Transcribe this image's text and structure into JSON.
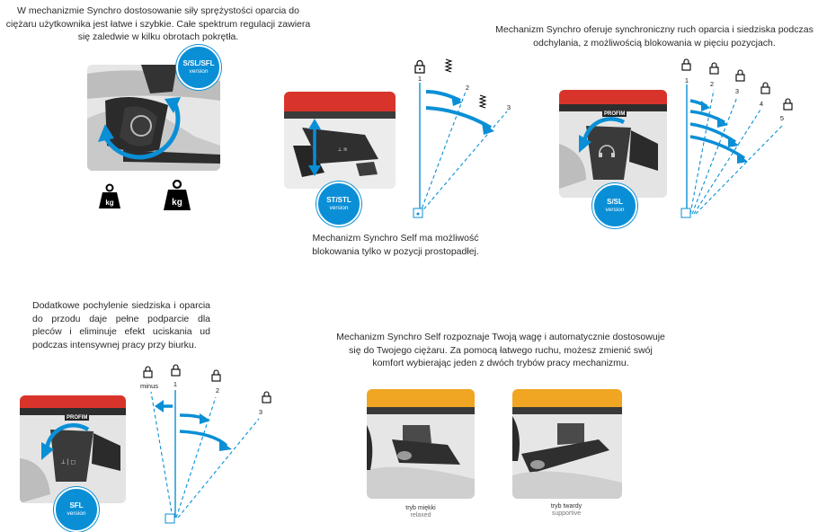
{
  "sections": {
    "s1": {
      "text": "W mechanizmie Synchro dostosowanie siły sprężystości oparcia do ciężaru użytkownika jest łatwe i szybkie. Całe spektrum regulacji zawiera się zaledwie w kilku obrotach pokrętła.",
      "badge_title": "S/SL/SFL",
      "badge_sub": "version",
      "weight_small": "kg",
      "weight_large": "kg"
    },
    "s2": {
      "badge_title": "ST/STL",
      "badge_sub": "version",
      "text": "Mechanizm Synchro Self ma możliwość blokowania tylko w pozycji prostopadłej.",
      "positions": [
        "1",
        "2",
        "3"
      ]
    },
    "s3": {
      "text": "Mechanizm Synchro oferuje synchroniczny ruch oparcia i siedziska podczas odchylania, z możliwością blokowania w pięciu pozycjach.",
      "badge_title": "S/SL",
      "badge_sub": "version",
      "brand": "PROFIM",
      "positions": [
        "1",
        "2",
        "3",
        "4",
        "5"
      ]
    },
    "s4": {
      "text": "Dodatkowe pochylenie siedziska i oparcia do przodu daje pełne podparcie dla pleców i eliminuje efekt uciskania ud podczas intensywnej pracy przy biurku.",
      "badge_title": "SFL",
      "badge_sub": "version",
      "brand": "PROFIM",
      "positions": [
        "minus",
        "1",
        "2",
        "3"
      ]
    },
    "s5": {
      "text": "Mechanizm Synchro Self rozpoznaje Twoją wagę i automatycznie dostosowuje się do Twojego ciężaru. Za pomocą łatwego ruchu, możesz zmienić swój komfort wybierając jeden z dwóch trybów pracy mechanizmu.",
      "mode_soft": "tryb miękki",
      "mode_soft_sub": "relaxed",
      "mode_hard": "tryb twardy",
      "mode_hard_sub": "supportive"
    }
  },
  "colors": {
    "accent": "#0a8fd6",
    "seat_red": "#d9342b",
    "seat_orange": "#f0a623"
  }
}
